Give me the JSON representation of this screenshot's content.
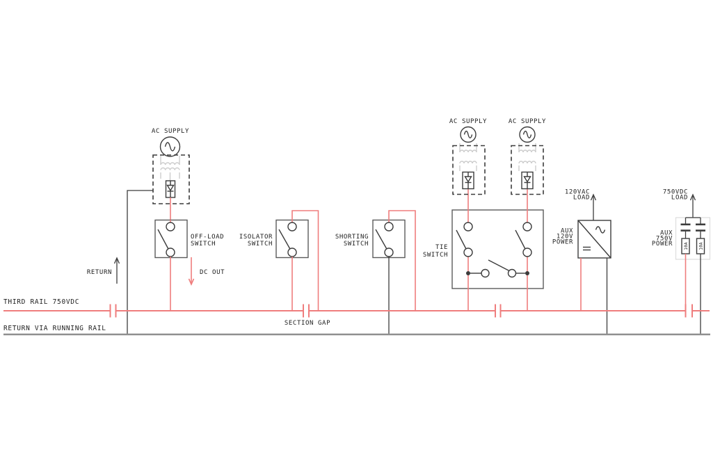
{
  "colors": {
    "power": "#ef7d7d",
    "line": "#3c3c3c",
    "box": "#5a5a5a",
    "rail_return": "#8f8f8f",
    "coil": "#cccccc",
    "text": "#1e1e1e"
  },
  "rails": {
    "third_rail_label": "THIRD RAIL 750VDC",
    "running_rail_label": "RETURN VIA RUNNING RAIL",
    "section_gap_label": "SECTION GAP"
  },
  "supplies": {
    "main": "AC SUPPLY",
    "tie_left": "AC SUPPLY",
    "tie_right": "AC SUPPLY"
  },
  "switches": {
    "off_load": [
      "OFF-LOAD",
      "SWITCH"
    ],
    "isolator": [
      "ISOLATOR",
      "SWITCH"
    ],
    "shorting": [
      "SHORTING",
      "SWITCH"
    ],
    "tie": [
      "TIE",
      "SWITCH"
    ]
  },
  "annotations": {
    "return_label": "RETURN",
    "dc_out_label": "DC OUT"
  },
  "aux_120v": {
    "load": [
      "120VAC",
      "LOAD"
    ],
    "label": [
      "AUX",
      "120V",
      "POWER"
    ]
  },
  "aux_750v": {
    "load": [
      "750VDC",
      "LOAD"
    ],
    "label": [
      "AUX",
      "750V",
      "POWER"
    ],
    "fuse_rating": "10A"
  }
}
